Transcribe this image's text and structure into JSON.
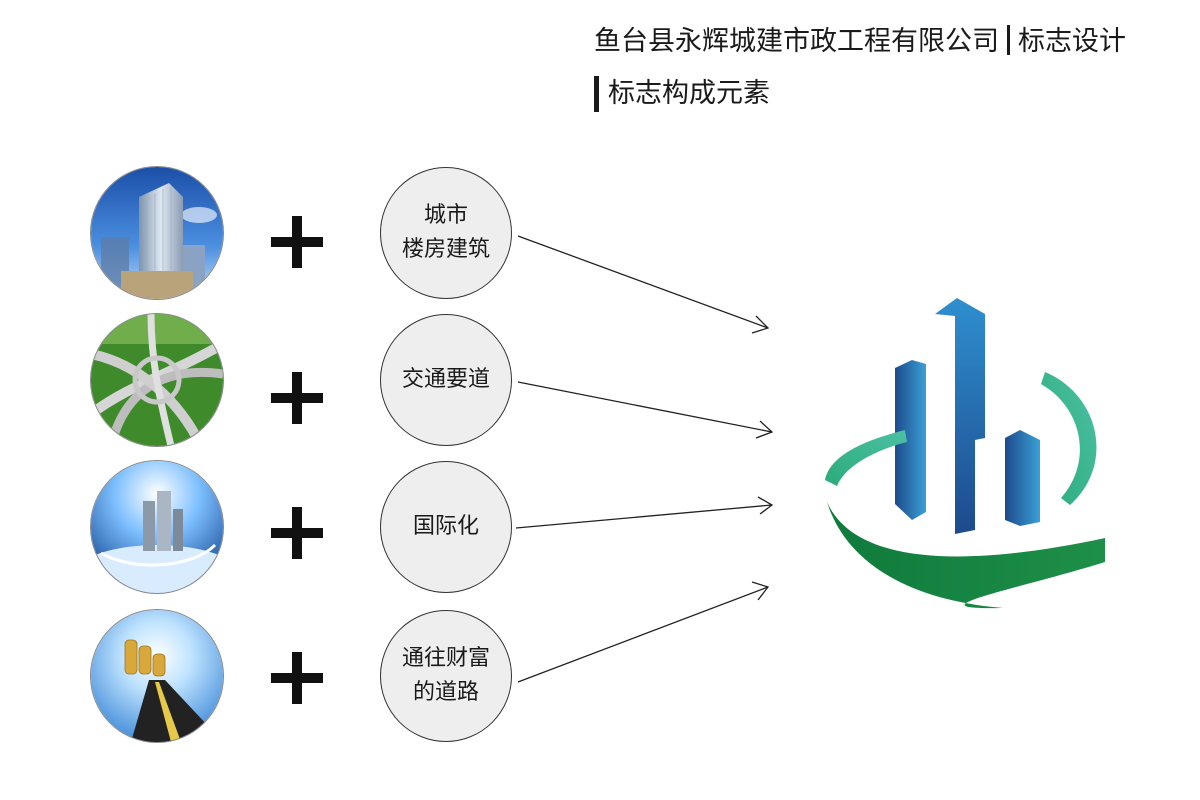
{
  "header": {
    "company": "鱼台县永辉城建市政工程有限公司",
    "section": "标志设计",
    "subtitle": "标志构成元素"
  },
  "elements": [
    {
      "photo": "skyscraper-photo",
      "lines": [
        "城市",
        "楼房建筑"
      ]
    },
    {
      "photo": "highway-interchange-photo",
      "lines": [
        "交通要道"
      ]
    },
    {
      "photo": "globe-city-photo",
      "lines": [
        "国际化"
      ]
    },
    {
      "photo": "gold-coin-road-photo",
      "lines": [
        "通往财富",
        "的道路"
      ]
    }
  ],
  "colors": {
    "logo_blue_dark": "#1d4a8c",
    "logo_blue_light": "#3aa0d6",
    "logo_green_dark": "#0f7a3c",
    "logo_teal": "#4cc0a4",
    "bubble_fill": "#eeeeee"
  }
}
